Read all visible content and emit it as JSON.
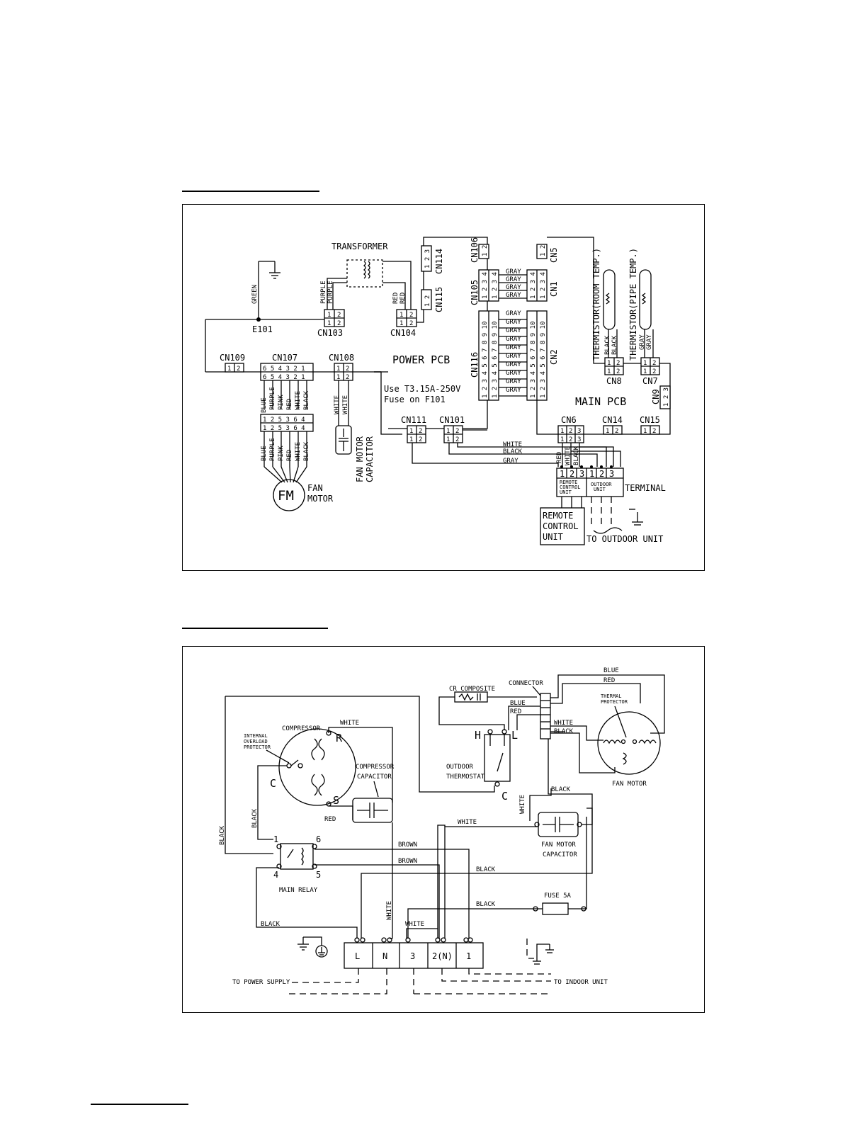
{
  "indoor": {
    "transformer": "TRANSFORMER",
    "green": "GREEN",
    "e101": "E101",
    "purple": "PURPLE",
    "red": "RED",
    "cn103": "CN103",
    "cn104": "CN104",
    "cn114": "CN114",
    "cn115": "CN115",
    "cn105": "CN105",
    "cn106": "CN106",
    "cn116": "CN116",
    "cn1": "CN1",
    "cn2": "CN2",
    "cn5": "CN5",
    "gray": "GRAY",
    "power_pcb": "POWER PCB",
    "fuse_line1": "Use T3.15A-250V",
    "fuse_line2": "Fuse on F101",
    "cn109": "CN109",
    "cn107": "CN107",
    "cn108": "CN108",
    "cn111": "CN111",
    "cn101": "CN101",
    "cn6": "CN6",
    "cn14": "CN14",
    "cn15": "CN15",
    "cn7": "CN7",
    "cn8": "CN8",
    "cn9": "CN9",
    "main_pcb": "MAIN PCB",
    "thermistor_room": "THERMISTOR(ROOM TEMP.)",
    "thermistor_pipe": "THERMISTOR(PIPE TEMP.)",
    "black": "BLACK",
    "white": "WHITE",
    "blue": "BLUE",
    "pink": "PINK",
    "fm": "FM",
    "fan": "FAN",
    "motor": "MOTOR",
    "fan_motor_capacitor_1": "FAN MOTOR",
    "fan_motor_capacitor_2": "CAPACITOR",
    "terminal": "TERMINAL",
    "remote_control_unit_small": "REMOTE CONTROL UNIT",
    "outdoor_unit_small": "OUTDOOR UNIT",
    "remote_1": "REMOTE",
    "remote_2": "CONTROL",
    "remote_3": "UNIT",
    "to_outdoor_unit": "TO OUTDOOR UNIT"
  },
  "outdoor": {
    "compressor": "COMPRESSOR",
    "internal_overload_1": "INTERNAL",
    "internal_overload_2": "OVERLOAD",
    "internal_overload_3": "PROTECTOR",
    "r": "R",
    "c": "C",
    "s": "S",
    "h": "H",
    "l": "L",
    "white": "WHITE",
    "red": "RED",
    "blue": "BLUE",
    "black": "BLACK",
    "brown": "BROWN",
    "compressor_capacitor_1": "COMPRESSOR",
    "compressor_capacitor_2": "CAPACITOR",
    "cr_composite": "CR COMPOSITE",
    "connector": "CONNECTOR",
    "outdoor_thermostat_1": "OUTDOOR",
    "outdoor_thermostat_2": "THERMOSTAT",
    "thermal_protector_1": "THERMAL",
    "thermal_protector_2": "PROTECTOR",
    "fan_motor": "FAN MOTOR",
    "fan_motor_capacitor_1": "FAN MOTOR",
    "fan_motor_capacitor_2": "CAPACITOR",
    "main_relay": "MAIN RELAY",
    "relay_1": "1",
    "relay_4": "4",
    "relay_5": "5",
    "relay_6": "6",
    "fuse": "FUSE 5A",
    "term_l": "L",
    "term_n": "N",
    "term_3": "3",
    "term_2n": "2(N)",
    "term_1": "1",
    "to_power_supply": "TO POWER SUPPLY",
    "to_indoor_unit": "TO INDOOR UNIT"
  }
}
